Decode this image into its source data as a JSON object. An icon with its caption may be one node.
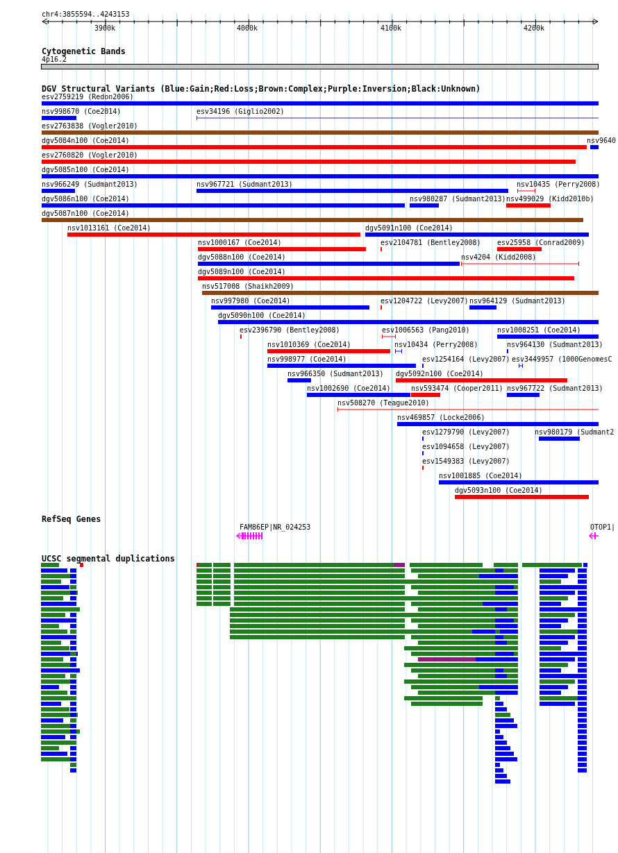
{
  "diagram": {
    "labels": [
      "chr4:3855594..4243153",
      "3900k",
      "4000k",
      "4100k",
      "4200k",
      "Cytogenetic Bands",
      "4p16.2",
      "DGV Structural Variants (Blue:Gain;Red:Loss;Brown:Complex;Purple:Inversion;Black:Unknown)",
      "esv2759219 (Redon2006)",
      "nsv998670 (Coe2014)",
      "esv34196 (Giglio2002)",
      "esv2763838 (Vogler2010)",
      "dgv5084n100 (Coe2014)",
      "nsv9640",
      "esv2760820 (Vogler2010)",
      "dgv5085n100 (Coe2014)",
      "nsv966249 (Sudmant2013)",
      "nsv967721 (Sudmant2013)",
      "nsv10435 (Perry2008)",
      "dgv5086n100 (Coe2014)",
      "nsv980287 (Sudmant2013)",
      "nsv499029 (Kidd2010b)",
      "dgv5087n100 (Coe2014)",
      "nsv1013161 (Coe2014)",
      "dgv5091n100 (Coe2014)",
      "nsv1000167 (Coe2014)",
      "esv2104781 (Bentley2008)",
      "esv25958 (Conrad2009)",
      "dgv5088n100 (Coe2014)",
      "nsv4204 (Kidd2008)",
      "dgv5089n100 (Coe2014)",
      "nsv517008 (Shaikh2009)",
      "nsv997980 (Coe2014)",
      "esv1204722 (Levy2007)",
      "nsv964129 (Sudmant2013)",
      "dgv5090n100 (Coe2014)",
      "esv2396790 (Bentley2008)",
      "esv1006563 (Pang2010)",
      "nsv1008251 (Coe2014)",
      "nsv1010369 (Coe2014)",
      "nsv10434 (Perry2008)",
      "nsv964130 (Sudmant2013)",
      "nsv998977 (Coe2014)",
      "esv1254164 (Levy2007)",
      "esv3449957 (1000GenomesC",
      "nsv966350 (Sudmant2013)",
      "dgv5092n100 (Coe2014)",
      "nsv1002690 (Coe2014)",
      "nsv593474 (Cooper2011)",
      "nsv967722 (Sudmant2013)",
      "nsv508270 (Teague2010)",
      "nsv469857 (Locke2006)",
      "esv1279790 (Levy2007)",
      "nsv980179 (Sudmant2",
      "esv1094658 (Levy2007)",
      "esv1549383 (Levy2007)",
      "nsv1001885 (Coe2014)",
      "dgv5093n100 (Coe2014)",
      "RefSeq Genes",
      "FAM86EP|NR_024253",
      "OTOP1|",
      "UCSC segmental duplications"
    ]
  }
}
